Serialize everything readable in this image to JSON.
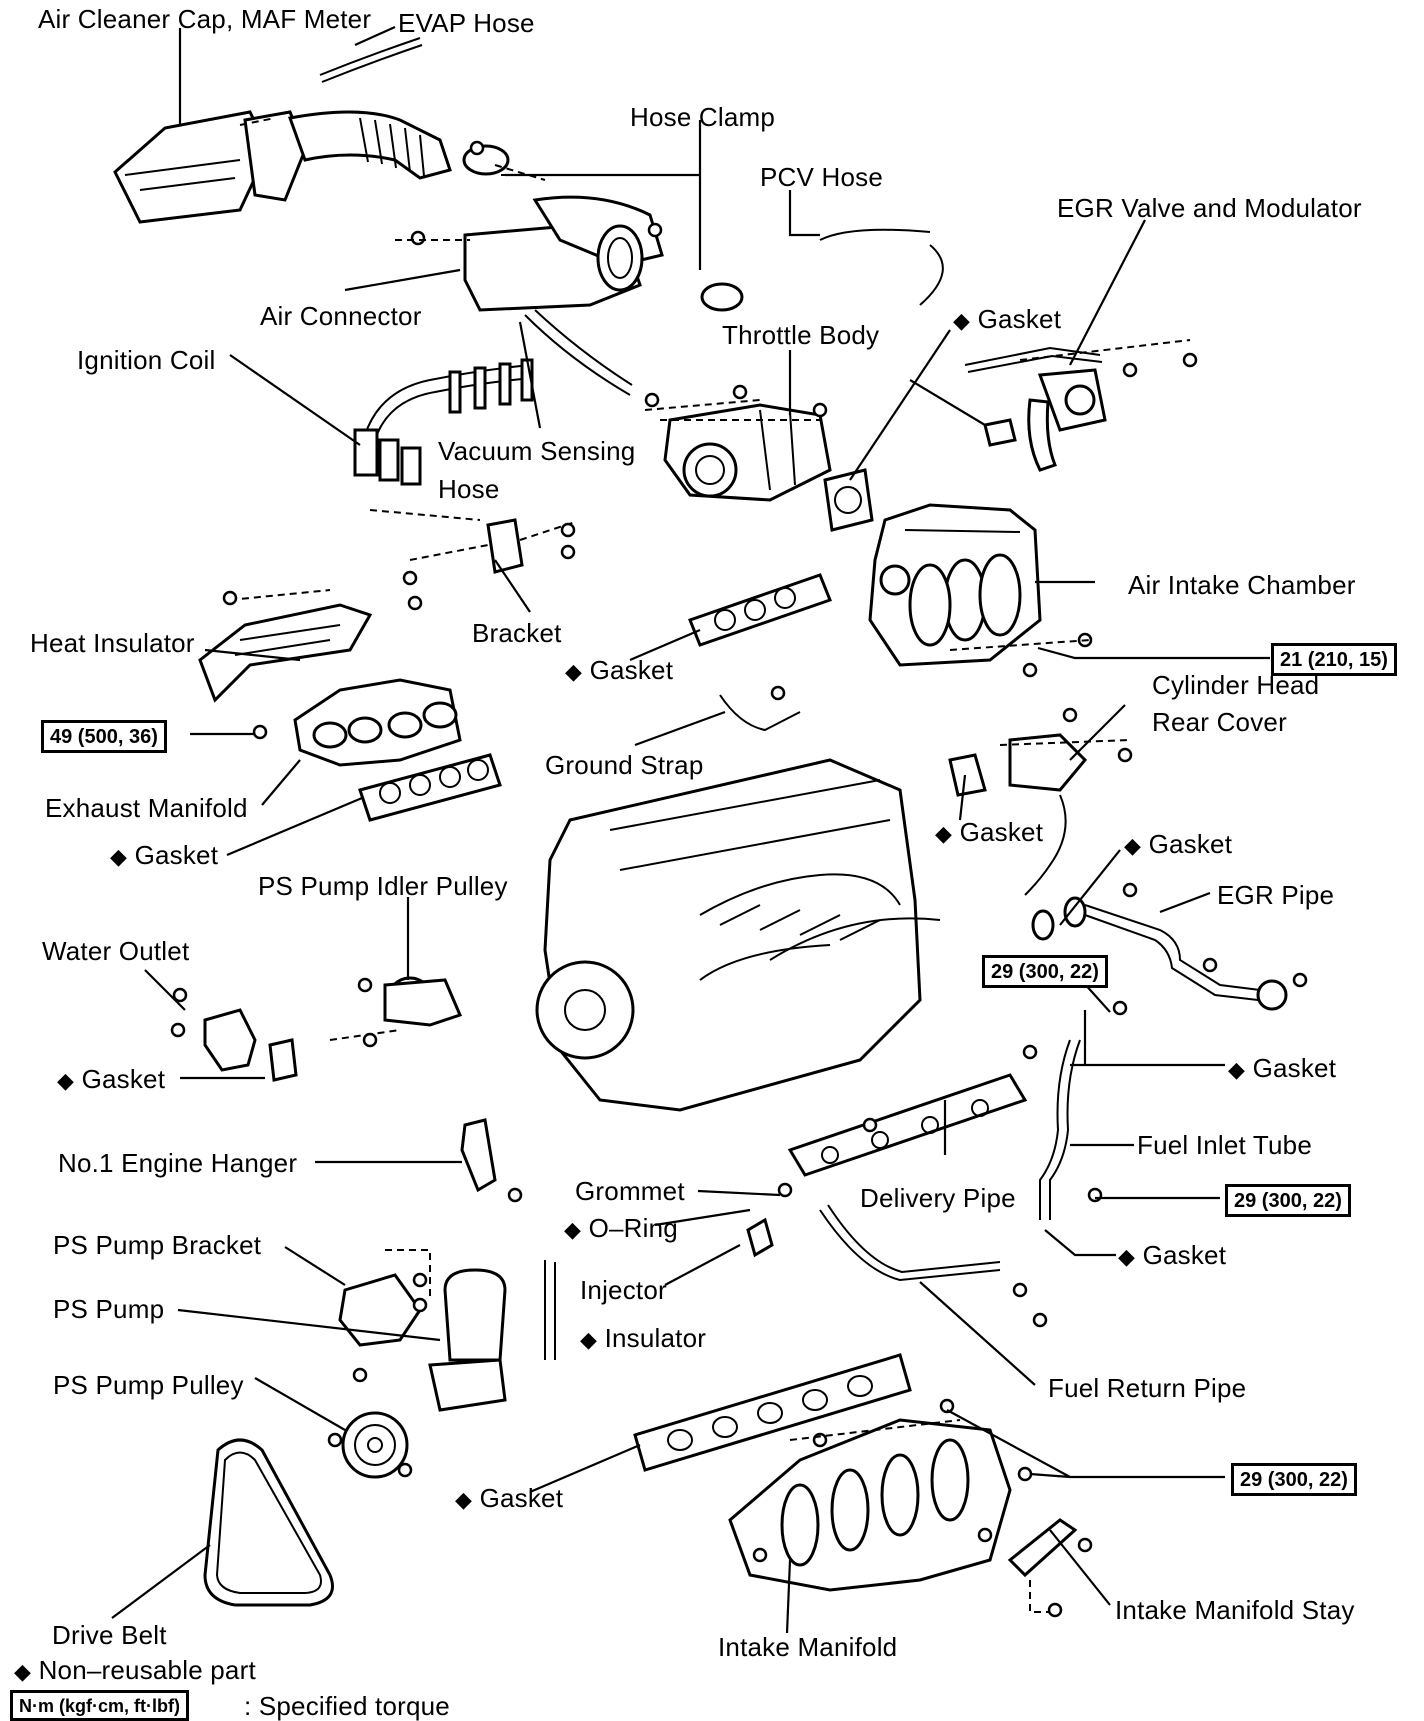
{
  "labels": {
    "air_cleaner": "Air Cleaner Cap, MAF Meter",
    "evap_hose": "EVAP Hose",
    "hose_clamp": "Hose Clamp",
    "pcv_hose": "PCV Hose",
    "egr_valve": "EGR Valve and Modulator",
    "air_connector": "Air Connector",
    "throttle_body": "Throttle Body",
    "gasket_egr": "Gasket",
    "ignition_coil": "Ignition Coil",
    "vacuum_hose_1": "Vacuum Sensing",
    "vacuum_hose_2": "Hose",
    "air_intake_chamber": "Air Intake Chamber",
    "heat_insulator": "Heat Insulator",
    "bracket": "Bracket",
    "gasket_intake_upper": "Gasket",
    "cyl_head_rear_1": "Cylinder Head",
    "cyl_head_rear_2": "Rear Cover",
    "ground_strap": "Ground Strap",
    "exhaust_manifold": "Exhaust Manifold",
    "gasket_cyl_rear": "Gasket",
    "gasket_exhaust": "Gasket",
    "gasket_egr_pipe_top": "Gasket",
    "ps_idler": "PS Pump Idler Pulley",
    "egr_pipe": "EGR Pipe",
    "water_outlet": "Water Outlet",
    "gasket_water": "Gasket",
    "gasket_egr_pipe": "Gasket",
    "fuel_inlet_tube": "Fuel Inlet Tube",
    "engine_hanger": "No.1 Engine Hanger",
    "grommet": "Grommet",
    "delivery_pipe": "Delivery Pipe",
    "o_ring": "O–Ring",
    "gasket_fuel_inlet": "Gasket",
    "ps_bracket": "PS Pump Bracket",
    "injector": "Injector",
    "ps_pump": "PS Pump",
    "insulator": "Insulator",
    "fuel_return": "Fuel Return Pipe",
    "ps_pulley": "PS Pump Pulley",
    "gasket_intake_manifold": "Gasket",
    "intake_manifold_stay": "Intake Manifold Stay",
    "drive_belt": "Drive Belt",
    "intake_manifold": "Intake Manifold"
  },
  "torques": {
    "air_intake_chamber": "21 (210, 15)",
    "exhaust_manifold": "49 (500, 36)",
    "egr_pipe": "29 (300, 22)",
    "fuel_inlet": "29 (300, 22)",
    "intake_manifold": "29 (300, 22)"
  },
  "legend": {
    "non_reusable_symbol": "◆",
    "non_reusable_text": "Non–reusable part",
    "torque_box": "N·m (kgf·cm, ft·lbf)",
    "torque_text": ": Specified torque"
  }
}
